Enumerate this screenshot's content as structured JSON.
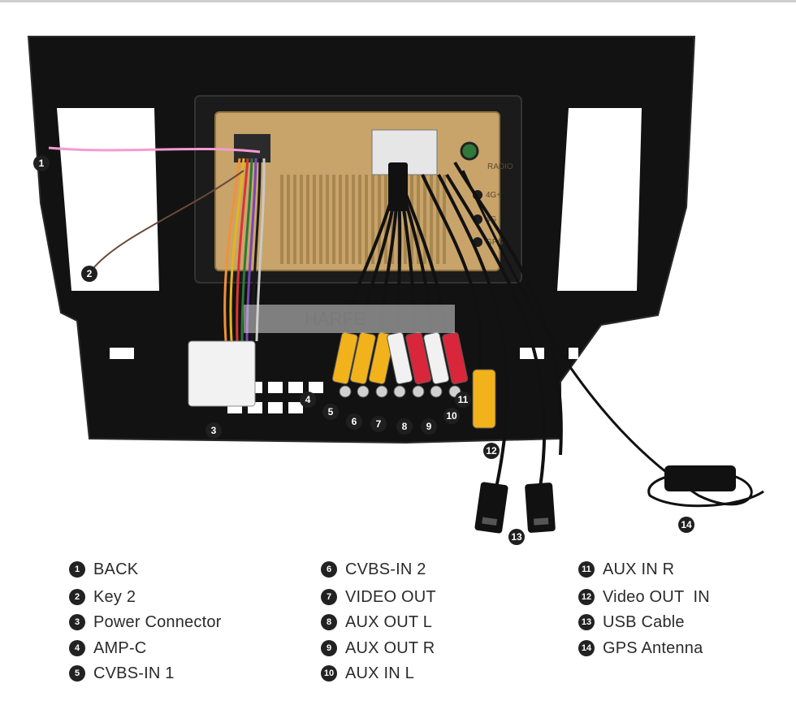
{
  "colors": {
    "bezel": "#121212",
    "gold_chassis": "#c8a46a",
    "rca_yellow": "#f2b21b",
    "rca_white": "#f1f1f1",
    "rca_red": "#d9263a",
    "callout_bg": "#1f1f1f"
  },
  "figure": {
    "watermark": "HARFE",
    "port_labels": [
      "RADIO",
      "4G+",
      "4G",
      "GPS"
    ],
    "callouts": [
      "1",
      "2",
      "3",
      "4",
      "5",
      "6",
      "7",
      "8",
      "9",
      "10",
      "11",
      "12",
      "13",
      "14"
    ]
  },
  "legend": {
    "items": [
      {
        "num": "1",
        "label": "BACK"
      },
      {
        "num": "2",
        "label": "Key 2"
      },
      {
        "num": "3",
        "label": "Power Connector"
      },
      {
        "num": "4",
        "label": "AMP-C"
      },
      {
        "num": "5",
        "label": "CVBS-IN 1"
      },
      {
        "num": "6",
        "label": "CVBS-IN 2"
      },
      {
        "num": "7",
        "label": "VIDEO OUT"
      },
      {
        "num": "8",
        "label": "AUX OUT L"
      },
      {
        "num": "9",
        "label": "AUX OUT R"
      },
      {
        "num": "10",
        "label": "AUX IN L"
      },
      {
        "num": "11",
        "label": "AUX IN R"
      },
      {
        "num": "12",
        "label": "Video OUT  IN"
      },
      {
        "num": "13",
        "label": "USB Cable"
      },
      {
        "num": "14",
        "label": "GPS Antenna"
      }
    ]
  }
}
